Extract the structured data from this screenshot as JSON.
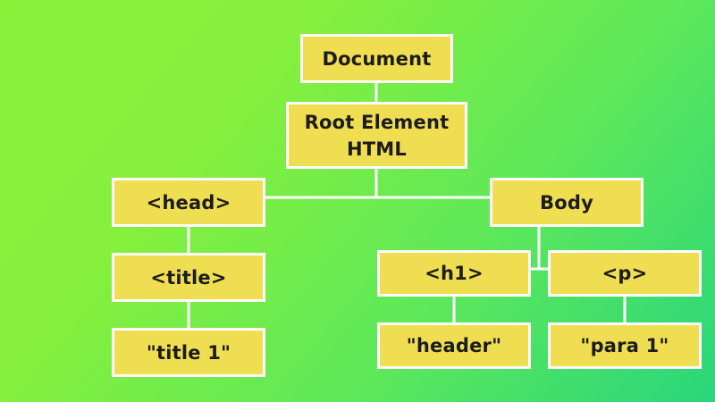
{
  "diagram": {
    "nodes": {
      "document": {
        "lines": [
          "Document"
        ]
      },
      "root": {
        "lines": [
          "Root Element",
          "HTML"
        ]
      },
      "head": {
        "lines": [
          "<head>"
        ]
      },
      "body": {
        "lines": [
          "Body"
        ]
      },
      "title": {
        "lines": [
          "<title>"
        ]
      },
      "h1": {
        "lines": [
          "<h1>"
        ]
      },
      "p": {
        "lines": [
          "<p>"
        ]
      },
      "title_text": {
        "lines": [
          "\"title 1\""
        ]
      },
      "header_text": {
        "lines": [
          "\"header\""
        ]
      },
      "para_text": {
        "lines": [
          "\"para 1\""
        ]
      }
    },
    "edges": [
      [
        "document",
        "root"
      ],
      [
        "root",
        "head"
      ],
      [
        "root",
        "body"
      ],
      [
        "head",
        "title"
      ],
      [
        "title",
        "title_text"
      ],
      [
        "body",
        "h1"
      ],
      [
        "body",
        "p"
      ],
      [
        "h1",
        "header_text"
      ],
      [
        "p",
        "para_text"
      ]
    ],
    "colors": {
      "node_fill": "#f0de52",
      "node_border": "#ffffff",
      "connector": "#ffffff",
      "text": "#1c1c1c",
      "background_start": "#8bf23a",
      "background_end": "#29d67c"
    }
  }
}
